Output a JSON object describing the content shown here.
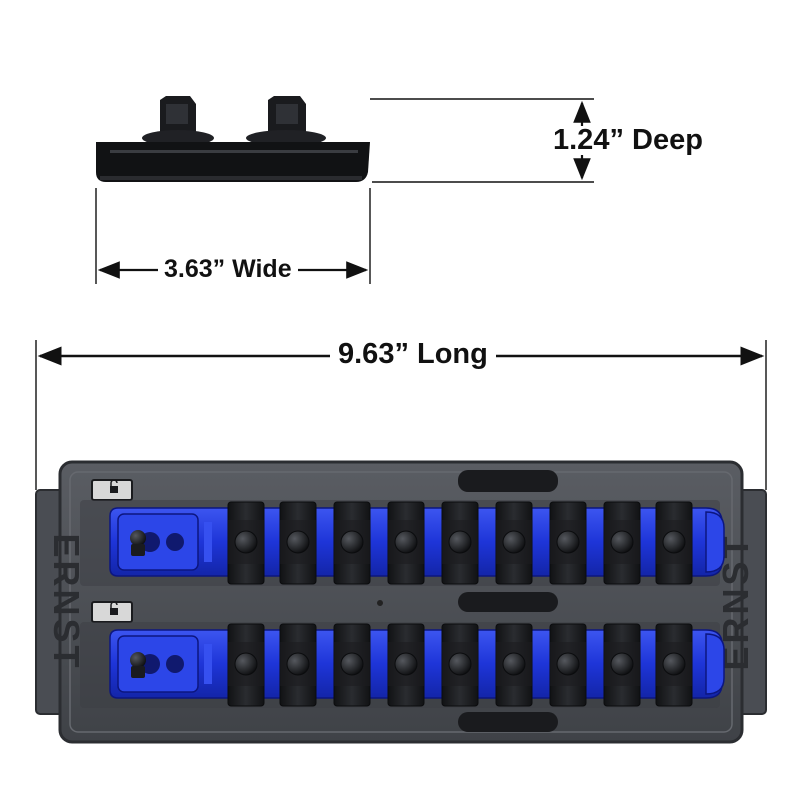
{
  "dimensions": {
    "wide": "3.63” Wide",
    "deep": "1.24” Deep",
    "long": "9.63” Long"
  },
  "brand": "ERNST",
  "colors": {
    "tray": "#4f5258",
    "tray_dark": "#2b2d31",
    "rail_blue": "#1e35d8",
    "clip": "#1a1b1e",
    "dimension_line": "#111111"
  }
}
